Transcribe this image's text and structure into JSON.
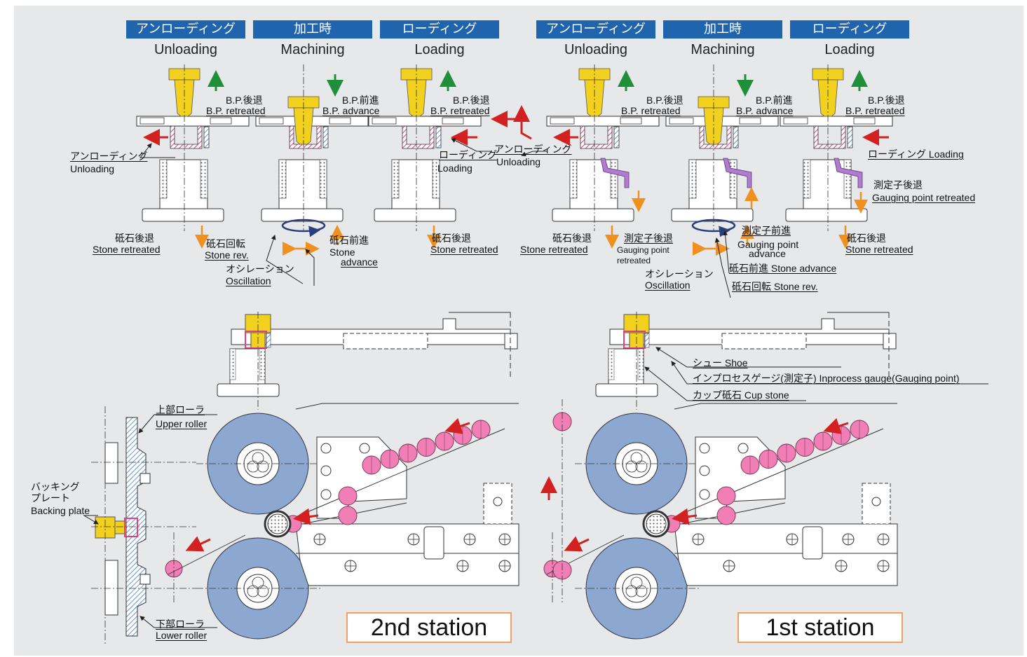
{
  "colors": {
    "background": "#e6e8ea",
    "step_tag_bg": "#1f64ad",
    "roller": "#8ca8d0",
    "workpiece": "#f17fb6",
    "backing_plate": "#f2d11e",
    "gauge": "#b17ccf",
    "arrow_red": "#d32020",
    "arrow_green": "#1f8f3a",
    "arrow_orange": "#f0901e",
    "station_border": "#f0a060"
  },
  "top_steps": [
    {
      "jp": "アンローディング",
      "en": "Unloading"
    },
    {
      "jp": "加工時",
      "en": "Machining"
    },
    {
      "jp": "ローディング",
      "en": "Loading"
    },
    {
      "jp": "アンローディング",
      "en": "Unloading"
    },
    {
      "jp": "加工時",
      "en": "Machining"
    },
    {
      "jp": "ローディング",
      "en": "Loading"
    }
  ],
  "labels": {
    "bp_retreated_jp": "B.P.後退",
    "bp_retreated_en": "B.P. retreated",
    "bp_advance_jp": "B.P.前進",
    "bp_advance_en": "B.P. advance",
    "unloading_jp": "アンローディング",
    "unloading_en": "Unloading",
    "loading_jp": "ローディング",
    "loading_en": "Loading",
    "loading_combined": "ローディング Loading",
    "stone_retreated_jp": "砥石後退",
    "stone_retreated_en": "Stone retreated",
    "stone_rev_jp": "砥石回転",
    "stone_rev_en": "Stone rev.",
    "stone_advance_jp": "砥石前進",
    "stone_advance_en_1": "Stone",
    "stone_advance_en_2": "advance",
    "oscillation_jp": "オシレーション",
    "oscillation_en": "Oscillation",
    "gauge_retreated_jp": "測定子後退",
    "gauge_retreated_en": "Gauging point retreated",
    "gauge_retreated_en_1": "Gauging point",
    "gauge_retreated_en_2": "retreated",
    "gauge_advance_jp": "測定子前進",
    "gauge_advance_en_1": "Gauging point",
    "gauge_advance_en_2": "advance",
    "stone_advance_combined": "砥石前進  Stone advance",
    "stone_rev_combined": "砥石回転 Stone rev."
  },
  "bottom_labels": {
    "shoe": "シュー  Shoe",
    "inprocess_gauge": "インプロセスゲージ(測定子) Inprocess gauge(Gauging point)",
    "cup_stone": "カップ砥石  Cup stone",
    "upper_roller_jp": "上部ローラ",
    "upper_roller_en": "Upper roller",
    "backing_plate_jp_1": "バッキング",
    "backing_plate_jp_2": "プレート",
    "backing_plate_en": "Backing plate",
    "lower_roller_jp": "下部ローラ",
    "lower_roller_en": "Lower roller"
  },
  "stations": {
    "second": "2nd station",
    "first": "1st station"
  }
}
